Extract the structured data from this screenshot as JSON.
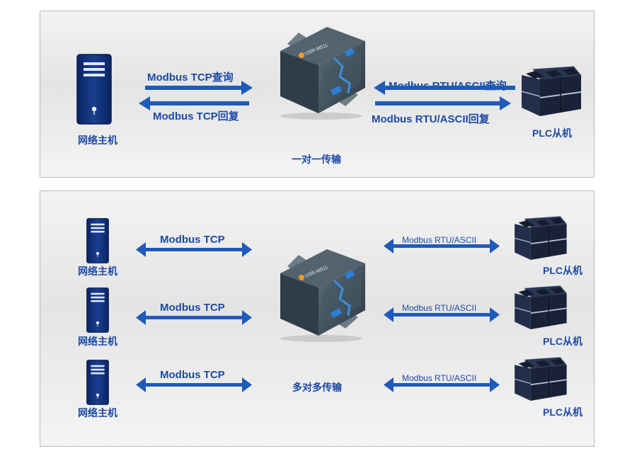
{
  "one_to_one": {
    "host_label": "网络主机",
    "tcp_query": "Modbus TCP查询",
    "tcp_reply": "Modbus TCP回复",
    "rtu_query": "Modbus RTU/ASCII查询",
    "rtu_reply": "Modbus RTU/ASCII回复",
    "plc_label": "PLC从机",
    "mode_label": "一对一传输",
    "device_label": "USR-M511"
  },
  "many_to_many": {
    "mode_label": "多对多传输",
    "device_label": "USR-M511",
    "rows": [
      {
        "host_label": "网络主机",
        "tcp_label": "Modbus TCP",
        "rtu_label": "Modbus RTU/ASCII",
        "plc_label": "PLC从机"
      },
      {
        "host_label": "网络主机",
        "tcp_label": "Modbus TCP",
        "rtu_label": "Modbus RTU/ASCII",
        "plc_label": "PLC从机"
      },
      {
        "host_label": "网络主机",
        "tcp_label": "Modbus TCP",
        "rtu_label": "Modbus RTU/ASCII",
        "plc_label": "PLC从机"
      }
    ]
  },
  "colors": {
    "accent": "#1d4aa5",
    "arrow": "#1f5bb8",
    "server": "#0f2b6e",
    "plc": "#1b2640",
    "device": "#3d4f5c"
  },
  "icons": [
    "server-icon",
    "gateway-device-icon",
    "plc-icon"
  ]
}
